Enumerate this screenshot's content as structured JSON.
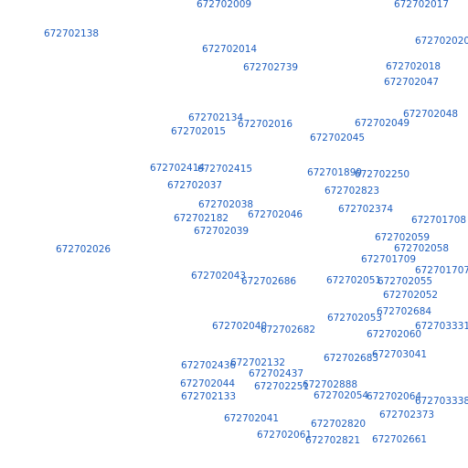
{
  "colors": {
    "background": "#ffffff",
    "label": "#1f5fbf"
  },
  "labels": [
    "672702009",
    "672702017",
    "672702138",
    "672702020",
    "672702014",
    "672702739",
    "672702018",
    "672702047",
    "672702048",
    "672702134",
    "672702016",
    "672702049",
    "672702015",
    "672702045",
    "672702414",
    "672702415",
    "672701899",
    "672702250",
    "672702037",
    "672702823",
    "672702038",
    "672702374",
    "672702046",
    "672702182",
    "672701708",
    "672702039",
    "672702059",
    "672702026",
    "672702058",
    "672701709",
    "672701707",
    "672702043",
    "672702686",
    "672702051",
    "672702055",
    "672702052",
    "672702684",
    "672702053",
    "672702040",
    "672702682",
    "672703331",
    "672702060",
    "672703041",
    "672702683",
    "672702132",
    "672702436",
    "672702437",
    "672702888",
    "672702044",
    "672702251",
    "672702054",
    "672702064",
    "672702133",
    "672703338",
    "672702373",
    "672702041",
    "672702820",
    "672702061",
    "672702821",
    "672702661"
  ]
}
